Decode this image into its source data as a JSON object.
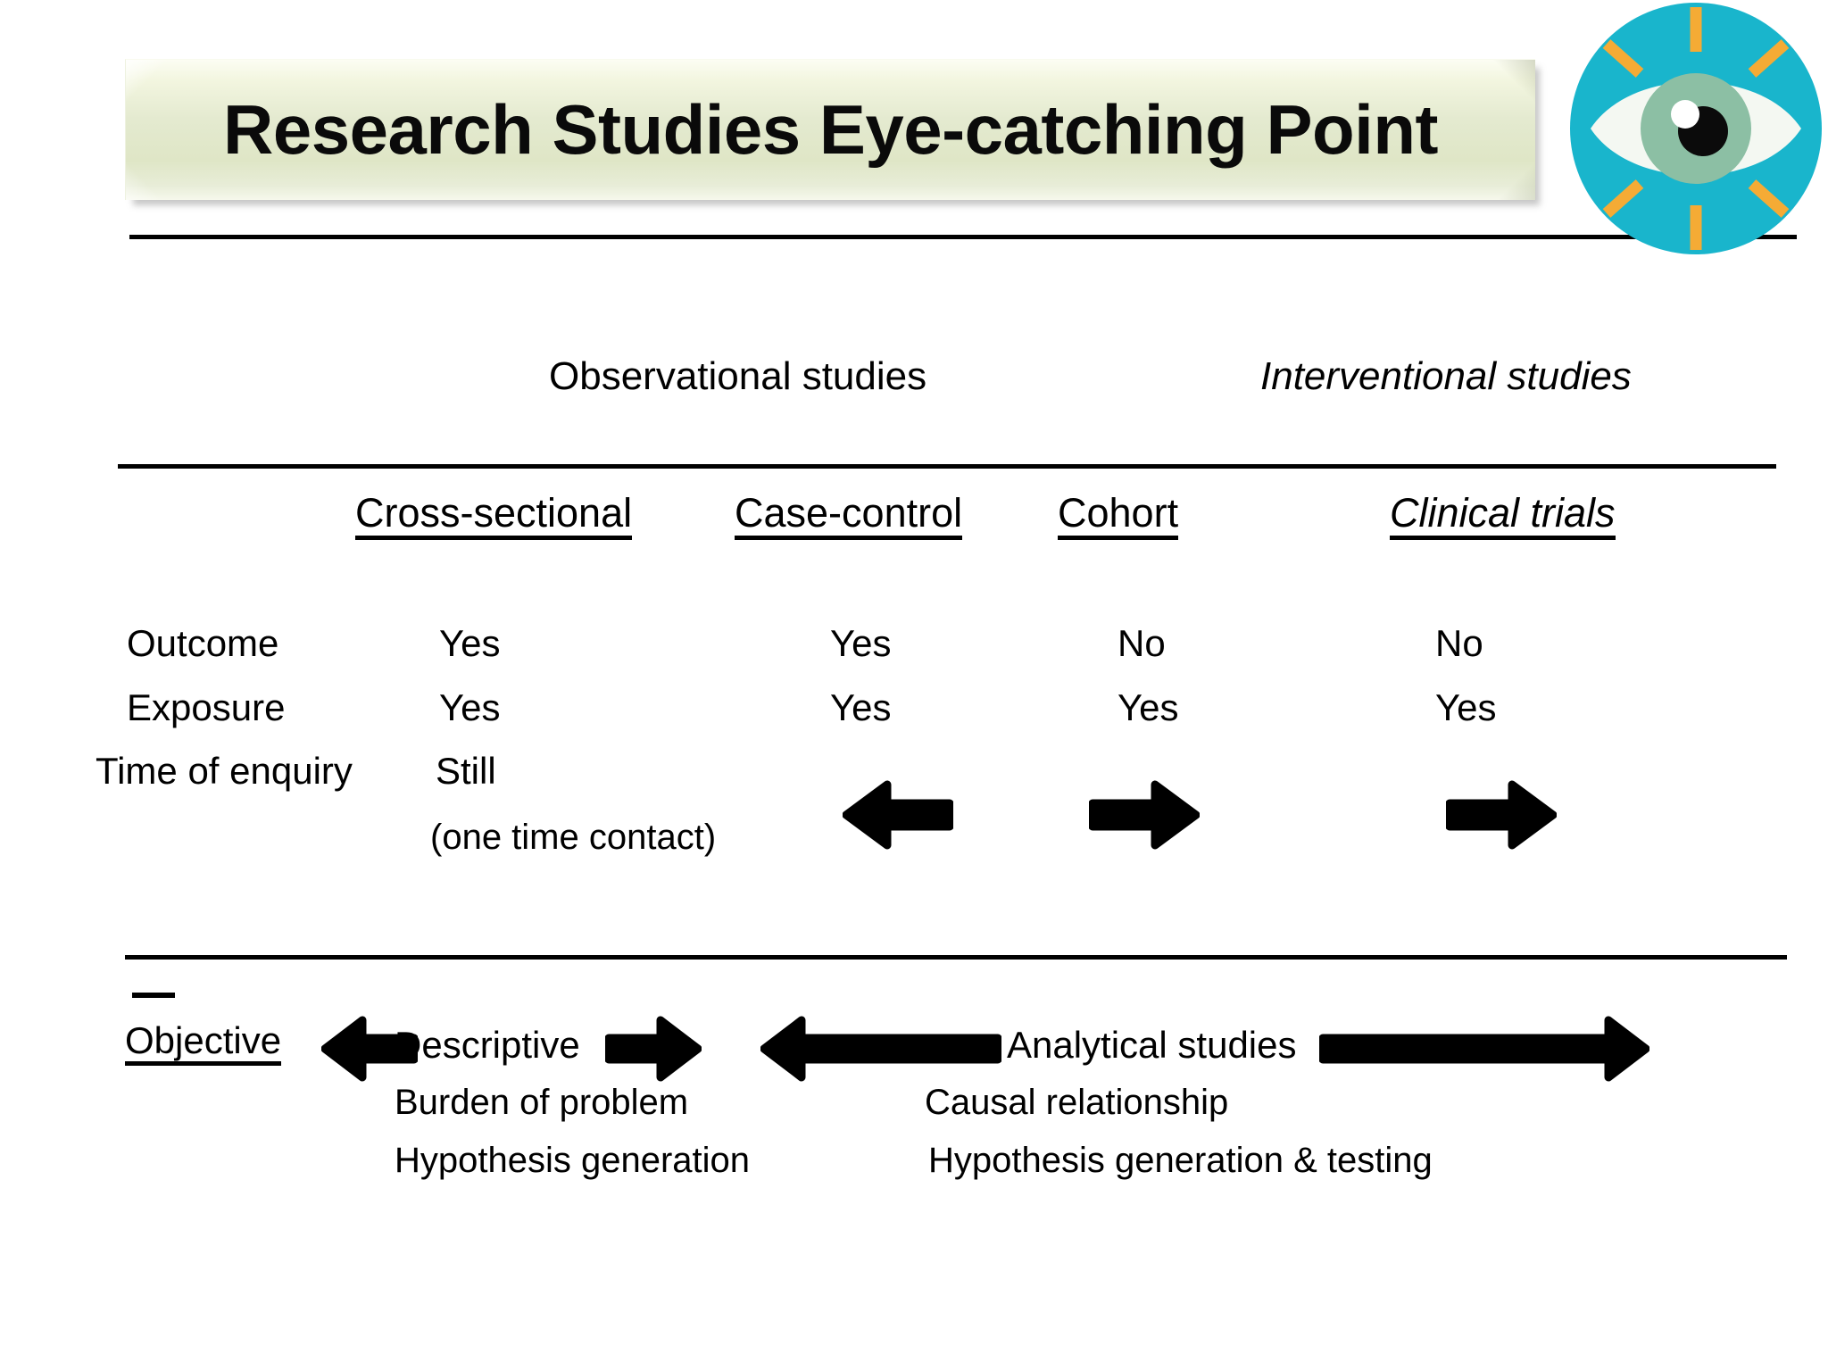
{
  "slide": {
    "title": "Research Studies Eye-catching Point",
    "logo_icon": "eye-icon",
    "logo_colors": {
      "disc": "#19b5cc",
      "rays": "#f5ab35",
      "sclera": "#f4f8f2",
      "iris": "#8cbfa4",
      "pupil": "#000000",
      "highlight": "#ffffff"
    }
  },
  "table": {
    "group_headers": [
      {
        "label": "Observational studies",
        "italic": false
      },
      {
        "label": "Interventional  studies",
        "italic": true
      }
    ],
    "column_headers": [
      {
        "label": "Cross-sectional",
        "italic": false
      },
      {
        "label": "Case-control",
        "italic": false
      },
      {
        "label": "Cohort",
        "italic": false
      },
      {
        "label": "Clinical trials",
        "italic": true
      }
    ],
    "row_labels": [
      "Outcome",
      "Exposure",
      "Time of enquiry"
    ],
    "rows": [
      {
        "label": "Outcome",
        "values": [
          "Yes",
          "Yes",
          "No",
          "No"
        ]
      },
      {
        "label": "Exposure",
        "values": [
          "Yes",
          "Yes",
          "Yes",
          "Yes"
        ]
      },
      {
        "label": "Time of enquiry",
        "values": [
          "Still",
          "",
          "",
          ""
        ]
      }
    ],
    "sub_note": "(one time contact)",
    "time_arrows": [
      {
        "column": "Case-control",
        "direction": "left",
        "icon": "arrow-left-icon"
      },
      {
        "column": "Cohort",
        "direction": "right",
        "icon": "arrow-right-icon"
      },
      {
        "column": "Clinical trials",
        "direction": "right",
        "icon": "arrow-right-icon"
      }
    ]
  },
  "objective_section": {
    "label": "Objective",
    "descriptive": {
      "heading": "Descriptive",
      "left_arrow_icon": "arrow-left-icon",
      "right_arrow_icon": "arrow-right-icon",
      "points": [
        "Burden of problem",
        "Hypothesis generation"
      ]
    },
    "analytical": {
      "heading": "Analytical studies",
      "left_arrow_icon": "arrow-left-icon",
      "right_arrow_icon": "arrow-right-icon",
      "points": [
        "Causal relationship",
        "Hypothesis generation & testing"
      ]
    }
  }
}
